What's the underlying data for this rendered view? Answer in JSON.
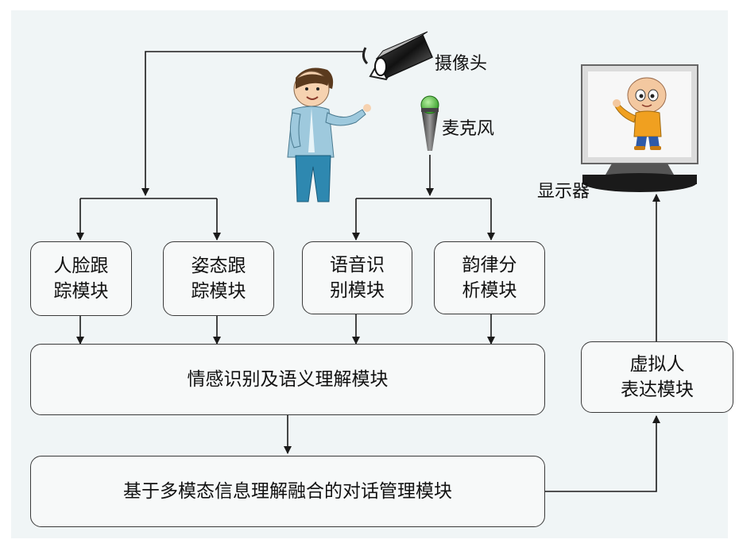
{
  "devices": {
    "camera": "摄像头",
    "microphone": "麦克风",
    "display": "显示器"
  },
  "modules": {
    "face_tracking": "人脸跟\n踪模块",
    "pose_tracking": "姿态跟\n踪模块",
    "speech_recognition": "语音识\n别模块",
    "prosody_analysis": "韵律分\n析模块",
    "emotion_semantic": "情感识别及语义理解模块",
    "dialogue_management": "基于多模态信息理解融合的对话管理模块",
    "avatar_expression": "虚拟人\n表达模块"
  },
  "colors": {
    "line": "#1a1a1a",
    "panel": "#f0f5f6",
    "box_fill": "#f7f9f9",
    "mic_head": "#4fc23a",
    "shirt": "#9ec9dd",
    "pants": "#2e88b0"
  }
}
